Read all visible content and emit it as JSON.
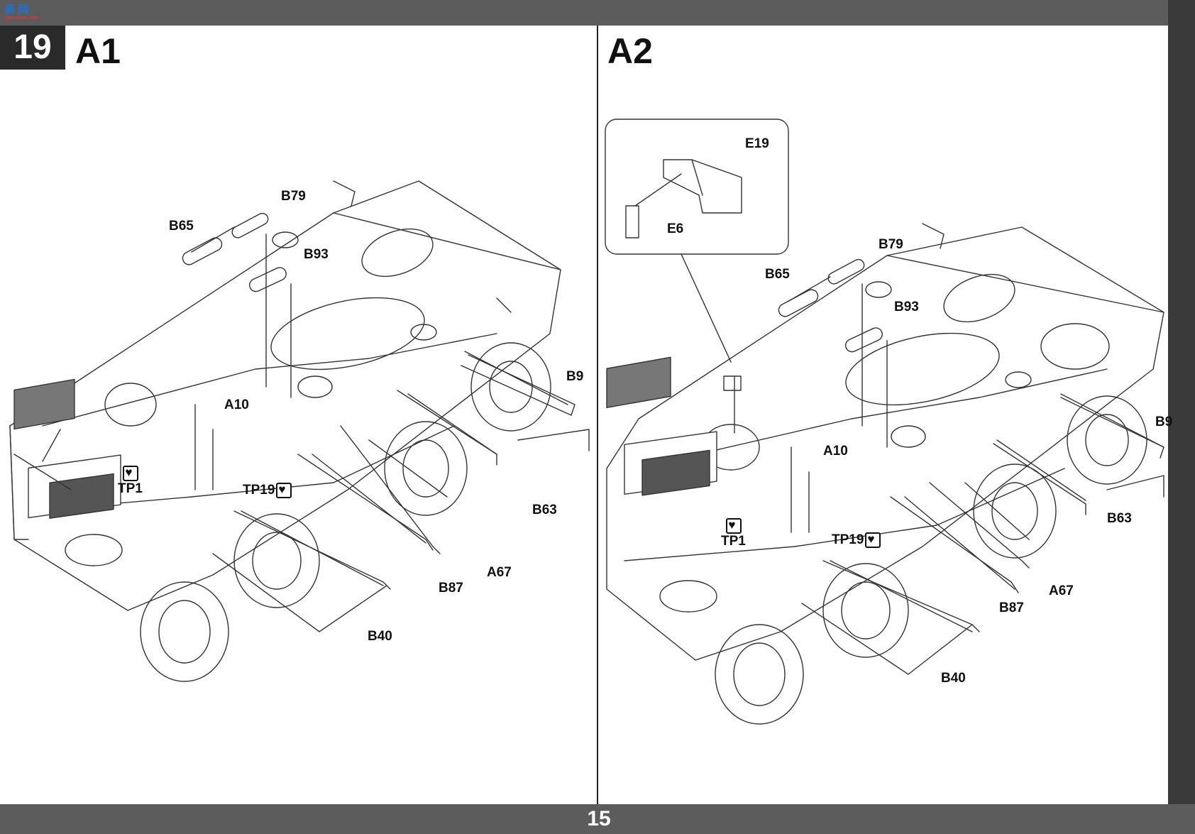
{
  "watermark": {
    "logo": "高 网",
    "site": "gao-shoo.com"
  },
  "step": {
    "number": "19"
  },
  "page_number": "15",
  "panels": [
    {
      "title": "A1",
      "labels": {
        "B79": "B79",
        "B65": "B65",
        "B93": "B93",
        "A10": "A10",
        "B9": "B9",
        "TP1": "TP1",
        "TP19": "TP19",
        "B63": "B63",
        "A67": "A67",
        "B87": "B87",
        "B40": "B40"
      }
    },
    {
      "title": "A2",
      "inset_labels": {
        "E19": "E19",
        "E6": "E6"
      },
      "labels": {
        "B79": "B79",
        "B65": "B65",
        "B93": "B93",
        "A10": "A10",
        "B9": "B9",
        "TP1": "TP1",
        "TP19": "TP19",
        "B63": "B63",
        "A67": "A67",
        "B87": "B87",
        "B40": "B40"
      }
    }
  ],
  "colors": {
    "band": "#5c5c5c",
    "ink": "#111111",
    "badge": "#2a2a2a"
  },
  "icons": [
    "heart-sticker-icon"
  ]
}
